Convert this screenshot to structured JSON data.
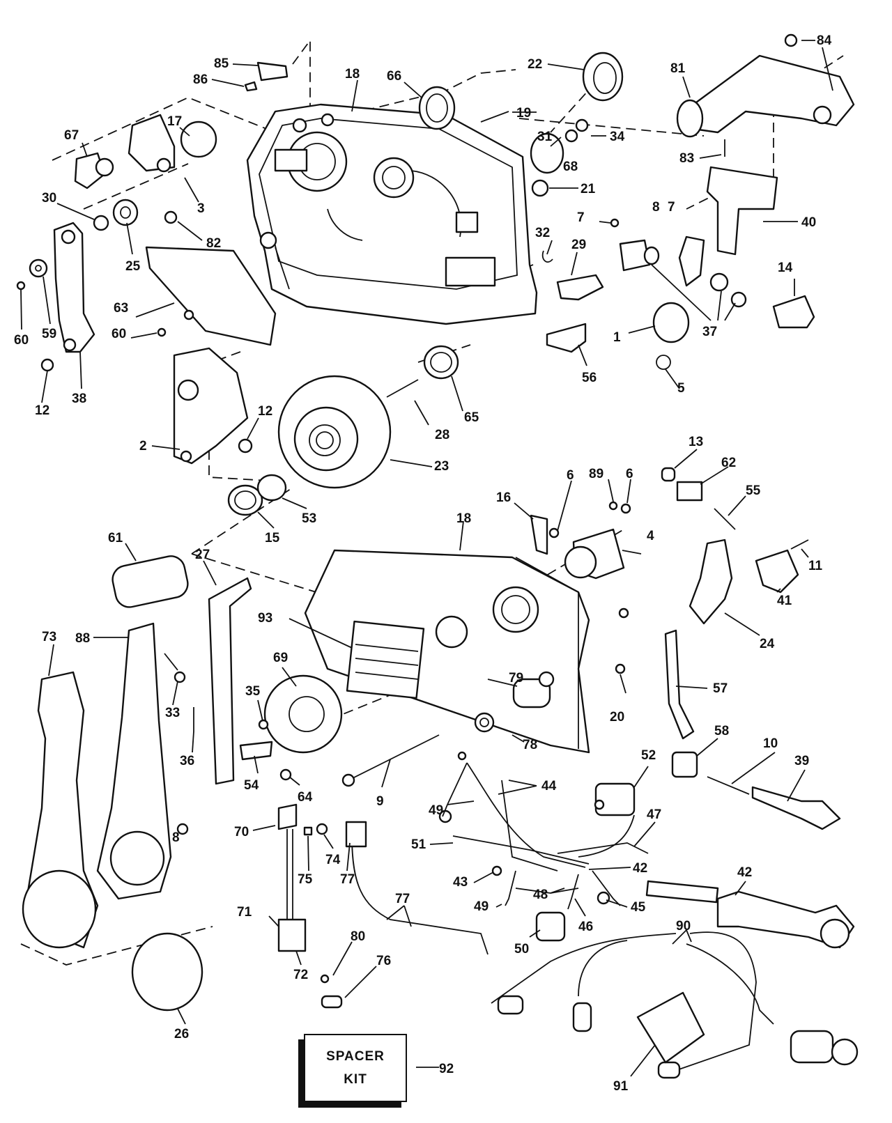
{
  "diagram": {
    "labels": {
      "l1": "1",
      "l2": "2",
      "l3": "3",
      "l4": "4",
      "l5": "5",
      "l6a": "6",
      "l6b": "6",
      "l7a": "7",
      "l7b": "7",
      "l8a": "8",
      "l8b": "8",
      "l9": "9",
      "l10": "10",
      "l11": "11",
      "l12a": "12",
      "l12b": "12",
      "l13": "13",
      "l14": "14",
      "l15": "15",
      "l16": "16",
      "l17": "17",
      "l18a": "18",
      "l18b": "18",
      "l19": "19",
      "l20": "20",
      "l21": "21",
      "l22": "22",
      "l23": "23",
      "l24": "24",
      "l25": "25",
      "l26": "26",
      "l27": "27",
      "l28": "28",
      "l29": "29",
      "l30": "30",
      "l31": "31",
      "l32": "32",
      "l33": "33",
      "l34": "34",
      "l35": "35",
      "l36": "36",
      "l37": "37",
      "l38": "38",
      "l39": "39",
      "l40": "40",
      "l41": "41",
      "l42a": "42",
      "l42b": "42",
      "l43": "43",
      "l44": "44",
      "l45": "45",
      "l46": "46",
      "l47": "47",
      "l48": "48",
      "l49a": "49",
      "l49b": "49",
      "l50": "50",
      "l51": "51",
      "l52": "52",
      "l53": "53",
      "l54": "54",
      "l55": "55",
      "l56": "56",
      "l57": "57",
      "l58": "58",
      "l59": "59",
      "l60a": "60",
      "l60b": "60",
      "l61": "61",
      "l62": "62",
      "l63": "63",
      "l64": "64",
      "l65": "65",
      "l66": "66",
      "l67": "67",
      "l68": "68",
      "l69": "69",
      "l70": "70",
      "l71": "71",
      "l72": "72",
      "l73": "73",
      "l74": "74",
      "l75": "75",
      "l76": "76",
      "l77": "77",
      "l78": "78",
      "l79": "79",
      "l80": "80",
      "l81": "81",
      "l82": "82",
      "l83": "83",
      "l84": "84",
      "l85": "85",
      "l86": "86",
      "l88": "88",
      "l89": "89",
      "l90": "90",
      "l91": "91",
      "l92": "92",
      "l93": "93"
    },
    "spacer_kit": {
      "line1": "SPACER",
      "line2": "KIT"
    }
  }
}
